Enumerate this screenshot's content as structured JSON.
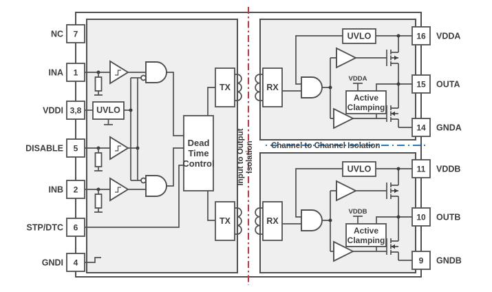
{
  "colors": {
    "red": "#cc2f35",
    "blue": "#2377bd"
  },
  "pins_left": [
    {
      "label": "NC",
      "num": "7"
    },
    {
      "label": "INA",
      "num": "1"
    },
    {
      "label": "VDDI",
      "num": "3,8"
    },
    {
      "label": "DISABLE",
      "num": "5"
    },
    {
      "label": "INB",
      "num": "2"
    },
    {
      "label": "STP/DTC",
      "num": "6"
    },
    {
      "label": "GNDI",
      "num": "4"
    }
  ],
  "pins_right": [
    {
      "label": "VDDA",
      "num": "16"
    },
    {
      "label": "OUTA",
      "num": "15"
    },
    {
      "label": "GNDA",
      "num": "14"
    },
    {
      "label": "VDDB",
      "num": "11"
    },
    {
      "label": "OUTB",
      "num": "10"
    },
    {
      "label": "GNDB",
      "num": "9"
    }
  ],
  "blocks": {
    "uvlo": "UVLO",
    "tx": "TX",
    "rx": "RX",
    "dtc_line1": "Dead",
    "dtc_line2": "Time",
    "dtc_line3": "Control",
    "clamp_line1": "Active",
    "clamp_line2": "Clamping",
    "vdda_ref": "VDDA",
    "vddb_ref": "VDDB"
  },
  "isolation": {
    "vertical_line1": "Input to Output",
    "vertical_line2": "Isolation",
    "horizontal": "Channel to Channel Isolation"
  }
}
